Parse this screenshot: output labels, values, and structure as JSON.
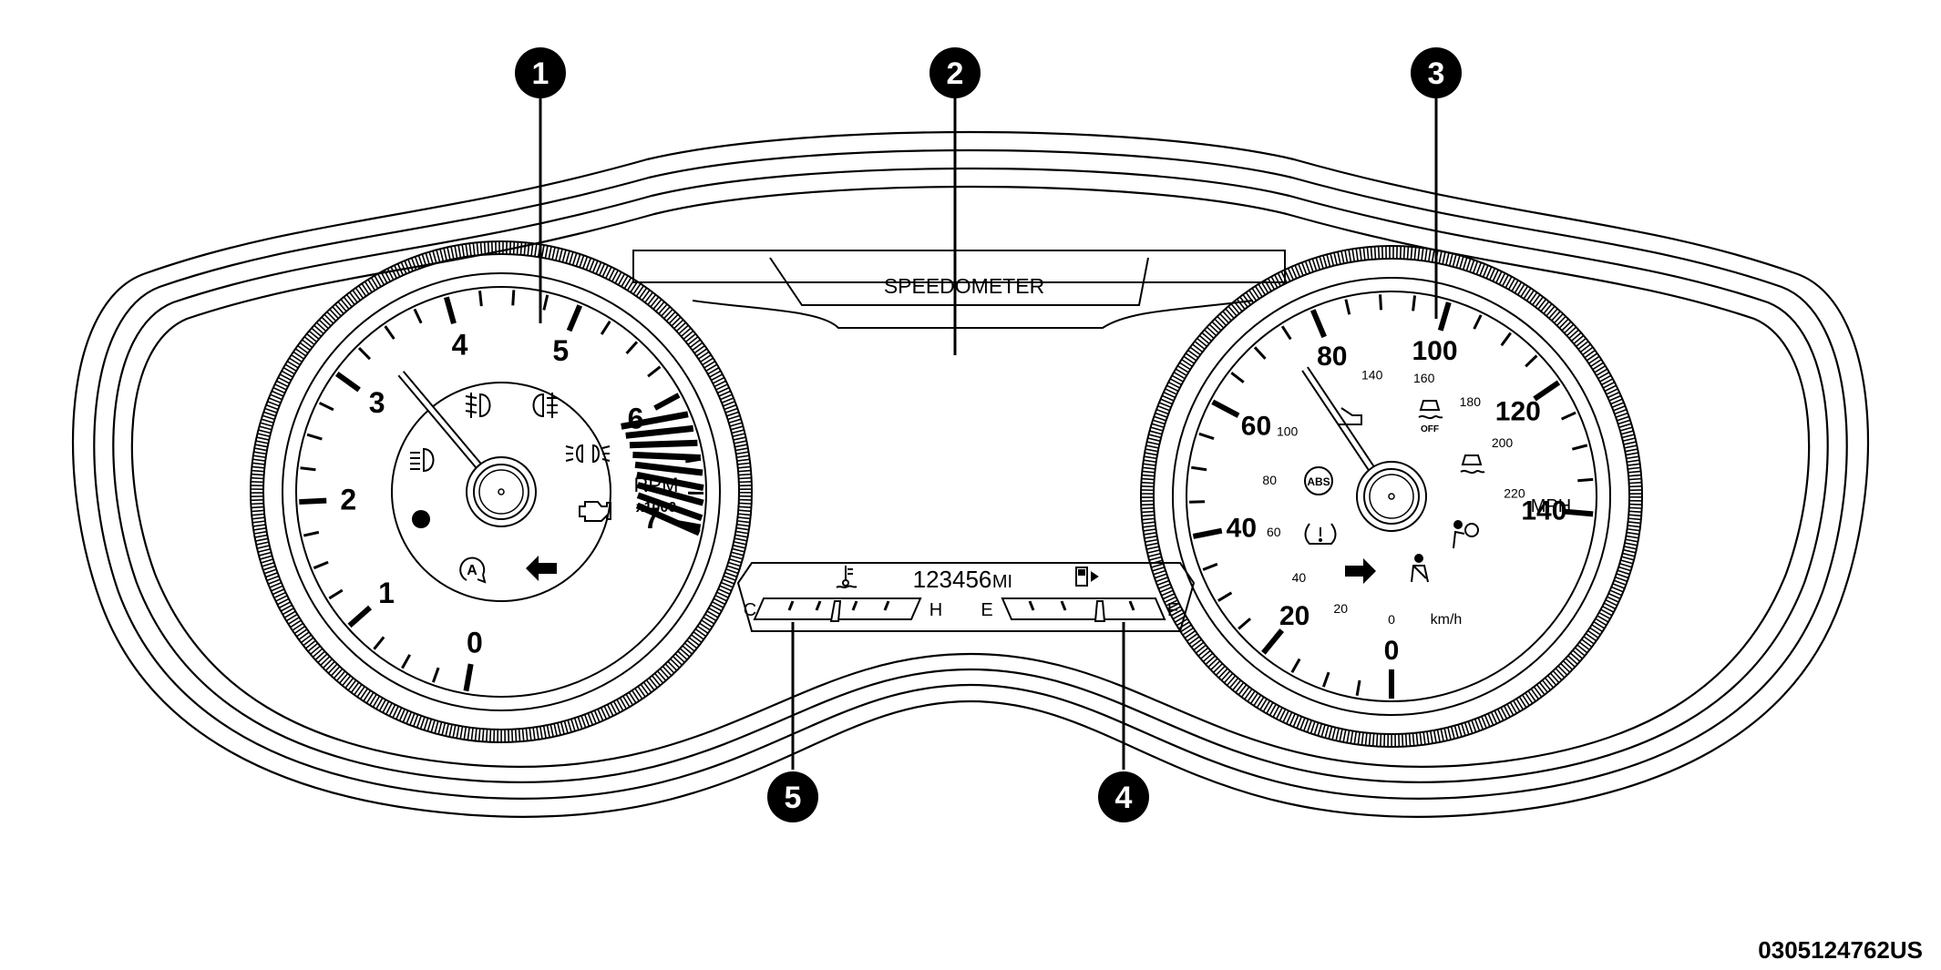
{
  "diagram": {
    "display_label": "SPEEDOMETER",
    "part_code": "0305124762US",
    "callouts": [
      "1",
      "2",
      "3",
      "4",
      "5"
    ]
  },
  "tachometer": {
    "numbers": [
      "0",
      "1",
      "2",
      "3",
      "4",
      "5",
      "6",
      "7"
    ],
    "unit": "RPM",
    "multiplier": "x1000"
  },
  "speedometer": {
    "mph_numbers": [
      "0",
      "20",
      "40",
      "60",
      "80",
      "100",
      "120",
      "140"
    ],
    "kmh_numbers": [
      "0",
      "20",
      "40",
      "60",
      "80",
      "100",
      "140",
      "160",
      "180",
      "200",
      "220"
    ],
    "mph_unit": "MPH",
    "kmh_unit": "km/h",
    "abs_label": "ABS",
    "off_label": "OFF"
  },
  "info_strip": {
    "odometer": "123456",
    "odometer_unit": "MI",
    "temp_cold": "C",
    "temp_hot": "H",
    "fuel_empty": "E",
    "fuel_full": "F"
  },
  "colors": {
    "ink": "#000000",
    "paper": "#ffffff"
  }
}
